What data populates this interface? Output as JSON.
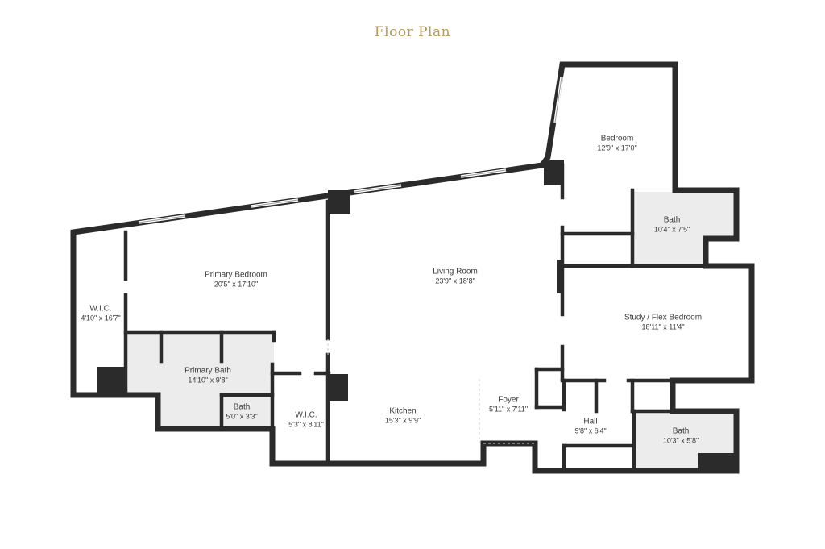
{
  "title": "Floor Plan",
  "colors": {
    "title": "#b39a5c",
    "wall": "#2b2b2b",
    "bath_fill": "#ececec",
    "label": "#3a3a3a"
  },
  "rooms": [
    {
      "name": "Bedroom",
      "dims": "12'9\" x 17'0\""
    },
    {
      "name": "Bath",
      "dims": "10'4\" x 7'5\""
    },
    {
      "name": "Primary Bedroom",
      "dims": "20'5\" x 17'10\""
    },
    {
      "name": "Living Room",
      "dims": "23'9\" x 18'8\""
    },
    {
      "name": "Study / Flex Bedroom",
      "dims": "18'11\" x 11'4\""
    },
    {
      "name": "W.I.C.",
      "dims": "4'10\" x 16'7\""
    },
    {
      "name": "Primary Bath",
      "dims": "14'10\" x 9'8\""
    },
    {
      "name": "Bath",
      "dims": "5'0\" x 3'3\""
    },
    {
      "name": "W.I.C.",
      "dims": "5'3\" x 8'11\""
    },
    {
      "name": "Kitchen",
      "dims": "15'3\" x 9'9\""
    },
    {
      "name": "Foyer",
      "dims": "5'11\" x 7'11\""
    },
    {
      "name": "Hall",
      "dims": "9'8\" x 6'4\""
    },
    {
      "name": "Bath",
      "dims": "10'3\" x 5'8\""
    }
  ]
}
